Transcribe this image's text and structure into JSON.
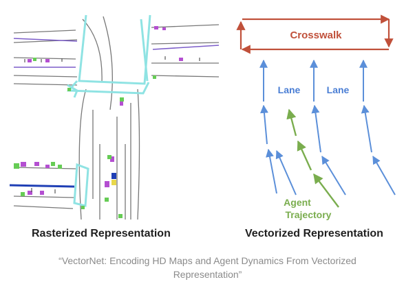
{
  "raster_panel": {
    "title": "Rasterized Representation"
  },
  "vector_panel": {
    "title": "Vectorized Representation",
    "crosswalk_label": "Crosswalk",
    "lane_labels": [
      "Lane",
      "Lane"
    ],
    "agent_label_line1": "Agent",
    "agent_label_line2": "Trajectory"
  },
  "caption": {
    "line1": "“VectorNet: Encoding HD Maps and Agent Dynamics From Vectorized",
    "line2": "Representation”"
  },
  "colors": {
    "crosswalk": "#c0503a",
    "lane": "#5b8fd9",
    "lane_text": "#4a7ed4",
    "agent": "#7aad4e",
    "road_outline": "#8fe3e3",
    "purple_car": "#b44fd1",
    "green_car": "#66cc55",
    "blue_lane": "#1f3fb5"
  }
}
